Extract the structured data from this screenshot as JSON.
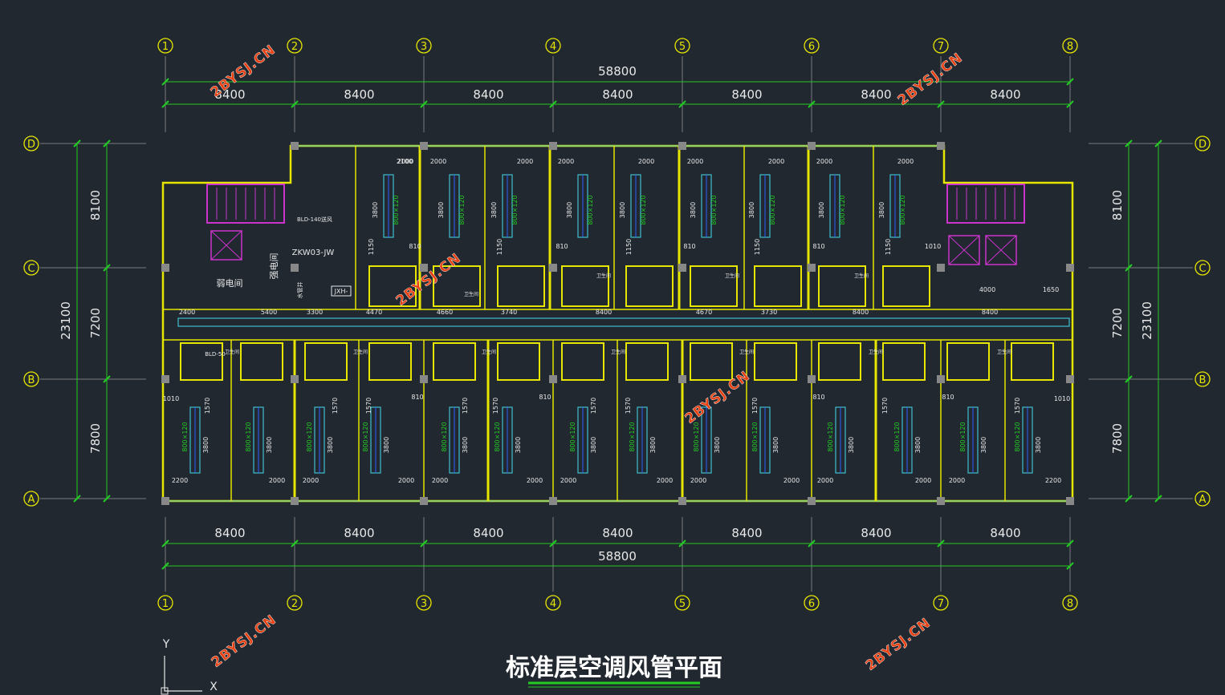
{
  "drawing": {
    "title": "标准层空调风管平面",
    "watermark": "2BYSJ.CN",
    "ucs": {
      "y_label": "Y",
      "x_label": "X"
    }
  },
  "colors": {
    "background": "#212830",
    "wall": "#e6e600",
    "grid_line": "#7a7a7a",
    "dimension": "#22cc22",
    "text": "#e8e8e8",
    "duct": "#3fbfcf",
    "stair": "#cc33cc",
    "watermark": "#e84010",
    "title_underline": "#22cc22"
  },
  "grid": {
    "columns": [
      "1",
      "2",
      "3",
      "4",
      "5",
      "6",
      "7",
      "8"
    ],
    "rows": [
      "D",
      "C",
      "B",
      "A"
    ]
  },
  "dimensions": {
    "top_total": "58800",
    "bottom_total": "58800",
    "top_bays": [
      "8400",
      "8400",
      "8400",
      "8400",
      "8400",
      "8400",
      "8400"
    ],
    "bottom_bays": [
      "8400",
      "8400",
      "8400",
      "8400",
      "8400",
      "8400",
      "8400"
    ],
    "left_total": "23100",
    "right_total": "23100",
    "side_spans": [
      "8100",
      "7200",
      "7800"
    ]
  },
  "rooms": {
    "weak_current": "弱电间",
    "strong_current": "强电间",
    "bathroom": "卫生间",
    "shaft": "水管井"
  },
  "ducts": {
    "room_duct": "800×120",
    "room_length": "3800",
    "corridor_top": [
      "4470",
      "4660",
      "3740",
      "8400",
      "4670",
      "3730",
      "8400",
      "4000",
      "8400",
      "1650"
    ],
    "corridor_bottom": [
      "2400",
      "5400",
      "3300"
    ],
    "bay_split": [
      "2000",
      "2000"
    ],
    "edge_split": [
      "2100",
      "2200",
      "2200"
    ],
    "unit_spacing": [
      "810",
      "1010",
      "1570",
      "1150"
    ],
    "equipment": [
      "ZKW03-JW",
      "BLD-140送风",
      "BLD-50",
      "JXH-"
    ]
  }
}
